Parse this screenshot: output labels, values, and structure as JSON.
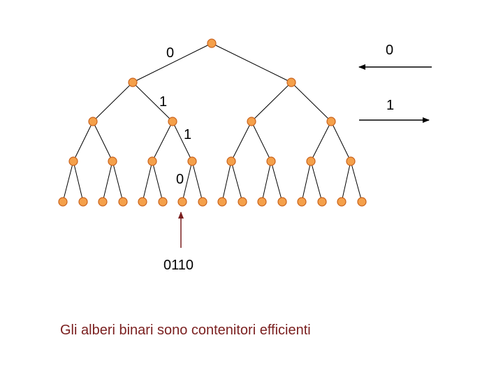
{
  "diagram": {
    "path_labels": [
      "0",
      "1",
      "1",
      "0"
    ],
    "legend": {
      "left_value": "0",
      "right_value": "1"
    },
    "result_code": "0110",
    "caption": "Gli alberi binari sono contenitori efficienti"
  },
  "colors": {
    "node_fill": "#f4a04a",
    "node_stroke": "#c9621c",
    "edge": "#000000",
    "pointer_arrow": "#7a1f1f",
    "caption_text": "#7a1f1f"
  }
}
